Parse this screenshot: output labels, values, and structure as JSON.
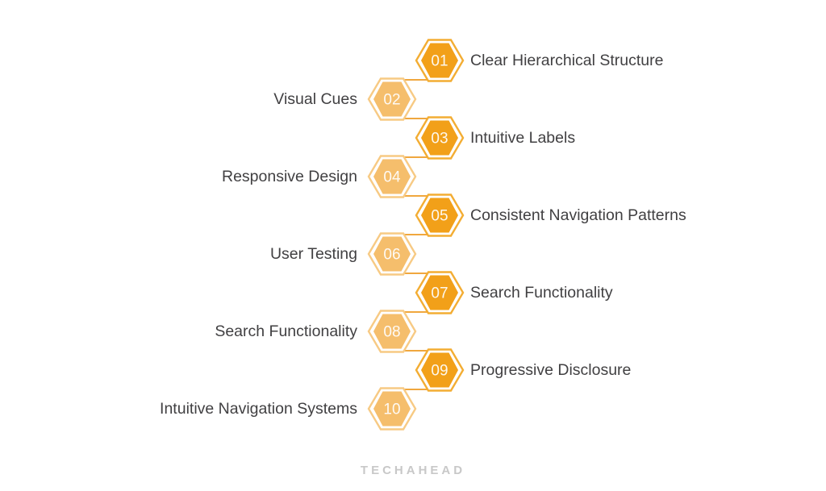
{
  "items": [
    {
      "number": "01",
      "label": "Clear Hierarchical Structure",
      "side": "right",
      "tone": "dark"
    },
    {
      "number": "02",
      "label": "Visual Cues",
      "side": "left",
      "tone": "light"
    },
    {
      "number": "03",
      "label": "Intuitive Labels",
      "side": "right",
      "tone": "dark"
    },
    {
      "number": "04",
      "label": "Responsive Design",
      "side": "left",
      "tone": "light"
    },
    {
      "number": "05",
      "label": "Consistent Navigation Patterns",
      "side": "right",
      "tone": "dark"
    },
    {
      "number": "06",
      "label": "User Testing",
      "side": "left",
      "tone": "light"
    },
    {
      "number": "07",
      "label": "Search Functionality",
      "side": "right",
      "tone": "dark"
    },
    {
      "number": "08",
      "label": "Search Functionality",
      "side": "left",
      "tone": "light"
    },
    {
      "number": "09",
      "label": "Progressive Disclosure",
      "side": "right",
      "tone": "dark"
    },
    {
      "number": "10",
      "label": "Intuitive Navigation Systems",
      "side": "left",
      "tone": "light"
    }
  ],
  "colors": {
    "background": "#FFFFFF",
    "dark_fill": "#F2A019",
    "dark_stroke": "#F3AD33",
    "light_fill": "#F5BE6C",
    "light_stroke": "#F7CA84",
    "connector": "#F0A73E",
    "label_text": "#414042",
    "number_text": "#FFFFFF",
    "logo_text": "#C8C8C8"
  },
  "footer": {
    "logo_text": "TECHAHEAD"
  }
}
